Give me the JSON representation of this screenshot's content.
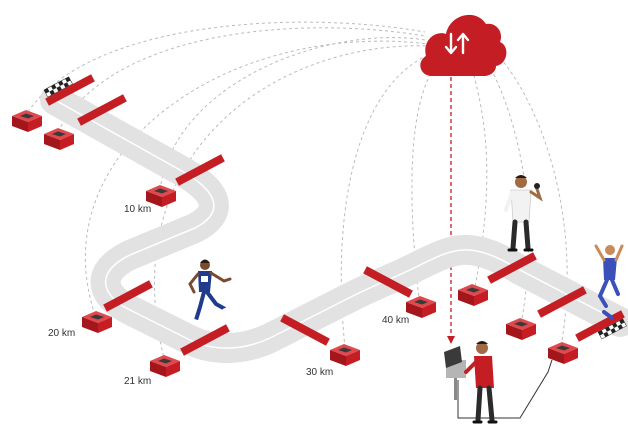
{
  "checkpoints": [
    {
      "label": "10 km"
    },
    {
      "label": "20 km"
    },
    {
      "label": "21 km"
    },
    {
      "label": "30 km"
    },
    {
      "label": "40 km"
    }
  ],
  "icons": {
    "cloud": "cloud-sync-icon",
    "sync": "up-down-arrows-icon"
  },
  "colors": {
    "accent": "#c41e24",
    "track": "#e2e2e2",
    "connection": "#bbbbbb"
  }
}
